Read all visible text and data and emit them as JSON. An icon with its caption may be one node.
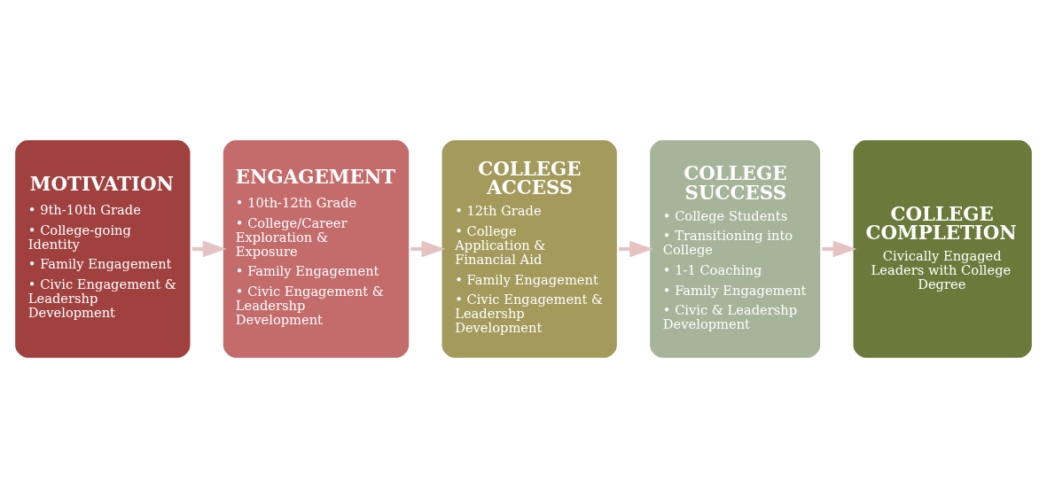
{
  "diagram": {
    "nodes": [
      {
        "text": [
          "MOTIVATION",
          "• 9th-10th Grade",
          "• College-going Identity",
          "• Family Engagement",
          "• Civic Engagement & Leadershp Development"
        ]
      },
      {
        "text": [
          "ENGAGEMENT",
          "• 10th-12th Grade",
          "• College/Career Exploration & Exposure",
          "• Family Engagement",
          "• Civic Engagement & Leadershp Development"
        ]
      },
      {
        "text": [
          "COLLEGE ACCESS",
          "• 12th Grade",
          "• College Application & Financial Aid",
          "• Family Engagement",
          "• Civic Engagement & Leadershp Development"
        ]
      },
      {
        "text": [
          "COLLEGE SUCCESS",
          "• College Students",
          "• Transitioning into College",
          "• 1-1 Coaching",
          "• Family Engagement",
          "• Civic & Leadershp Development"
        ]
      },
      {
        "text": [
          "COLLEGE COMPLETION",
          "Civically Engaged Leaders with College Degree"
        ]
      }
    ],
    "edges": [
      {
        "from": 0,
        "to": 1,
        "arrow": "to"
      },
      {
        "from": 1,
        "to": 2,
        "arrow": "to"
      },
      {
        "from": 2,
        "to": 3,
        "arrow": "to"
      },
      {
        "from": 3,
        "to": 4,
        "arrow": "to"
      }
    ]
  }
}
